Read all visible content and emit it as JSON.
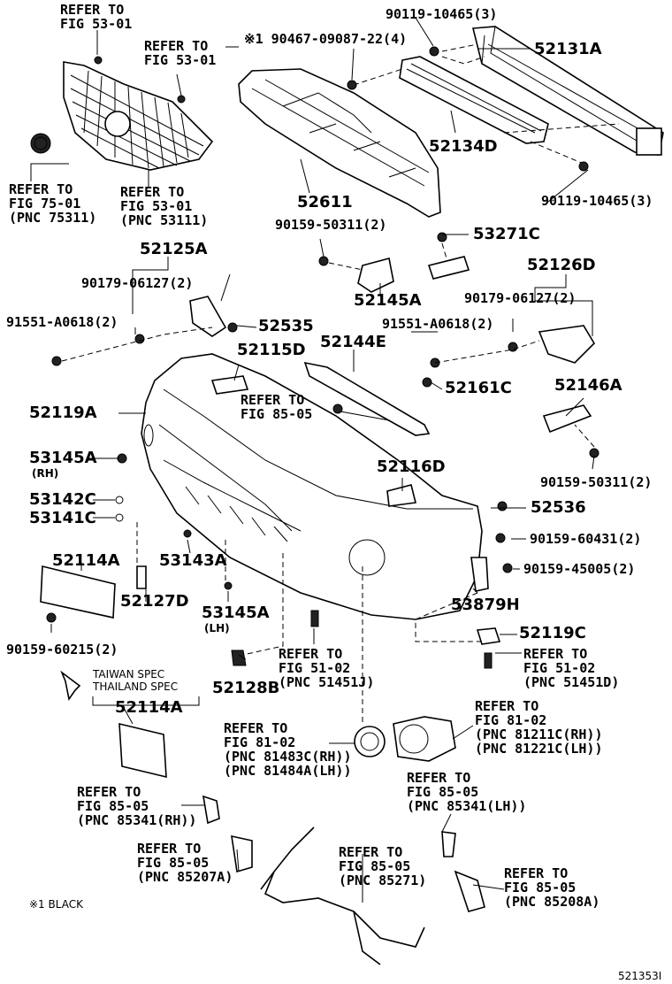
{
  "labels": {
    "refer_53_01_a": "REFER TO\nFIG 53-01",
    "refer_53_01_b": "REFER TO\nFIG 53-01",
    "bolt_90119_top": "90119-10465(3)",
    "note_90467": "※1 90467-09087-22(4)",
    "p52131A": "52131A",
    "refer_75_01": "REFER TO\nFIG 75-01\n(PNC 75311)",
    "refer_53_01_c": "REFER TO\nFIG 53-01\n(PNC 53111)",
    "p52134D": "52134D",
    "p52611": "52611",
    "bolt_90119_right": "90119-10465(3)",
    "bolt_90159_50311_a": "90159-50311(2)",
    "p53271C": "53271C",
    "p52125A": "52125A",
    "p52126D": "52126D",
    "bolt_90179_a": "90179-06127(2)",
    "p52145A": "52145A",
    "bolt_90179_b": "90179-06127(2)",
    "clip_91551_a": "91551-A0618(2)",
    "p52535": "52535",
    "clip_91551_b": "91551-A0618(2)",
    "p52115D": "52115D",
    "p52144E": "52144E",
    "p52161C": "52161C",
    "refer_85_05_a": "REFER TO\nFIG 85-05",
    "p52146A": "52146A",
    "p52119A": "52119A",
    "p53145A_rh": "53145A",
    "tag_rh": "(RH)",
    "p52116D": "52116D",
    "bolt_90159_50311_b": "90159-50311(2)",
    "p53142C": "53142C",
    "p53141C": "53141C",
    "p52536": "52536",
    "bolt_90159_60431": "90159-60431(2)",
    "p52114A_a": "52114A",
    "p53143A": "53143A",
    "bolt_90159_45005": "90159-45005(2)",
    "p52127D": "52127D",
    "p53145A_lh": "53145A",
    "tag_lh": "(LH)",
    "p53879H": "53879H",
    "bolt_90159_60215": "90159-60215(2)",
    "p52119C": "52119C",
    "refer_51_02_a": "REFER TO\nFIG 51-02\n(PNC 51451D)",
    "spec_taiwan": "TAIWAN SPEC",
    "spec_thailand": "THAILAND SPEC",
    "p52128B": "52128B",
    "refer_51_02_b": "REFER TO\nFIG 51-02\n(PNC 51451J)",
    "p52114A_b": "52114A",
    "refer_81_02_a": "REFER TO\nFIG 81-02\n(PNC 81211C(RH))\n(PNC 81221C(LH))",
    "refer_81_02_b": "REFER TO\nFIG 81-02\n(PNC 81483C(RH))\n(PNC 81484A(LH))",
    "refer_85_05_b": "REFER TO\nFIG 85-05\n(PNC 85341(RH))",
    "refer_85_05_c": "REFER TO\nFIG 85-05\n(PNC 85341(LH))",
    "refer_85_05_d": "REFER TO\nFIG 85-05\n(PNC 85207A)",
    "refer_85_05_e": "REFER TO\nFIG 85-05\n(PNC 85271)",
    "refer_85_05_f": "REFER TO\nFIG 85-05\n(PNC 85208A)",
    "note_black": "※1 BLACK",
    "diagram_id": "521353I"
  }
}
